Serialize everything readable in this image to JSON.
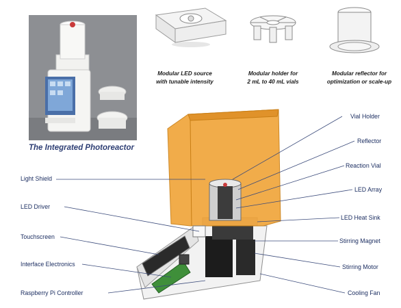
{
  "photo": {
    "title": "The Integrated Photoreactor"
  },
  "modules": [
    {
      "line1": "Modular LED source",
      "line2": "with tunable intensity"
    },
    {
      "line1": "Modular holder for",
      "line2": "2 mL to 40 mL vials"
    },
    {
      "line1": "Modular reflector for",
      "line2": "optimization or scale-up"
    }
  ],
  "left_labels": [
    "Light Shield",
    "LED Driver",
    "Touchscreen",
    "Interface Electronics",
    "Raspberry Pi Controller"
  ],
  "right_labels": [
    "Vial Holder",
    "Reflector",
    "Reaction Vial",
    "LED Array",
    "LED Heat Sink",
    "Stirring Magnet",
    "Stirring Motor",
    "Cooling Fan"
  ],
  "colors": {
    "shield": "#f0a53b",
    "label_text": "#1d2f62",
    "leader_line": "#3a4a7a"
  }
}
